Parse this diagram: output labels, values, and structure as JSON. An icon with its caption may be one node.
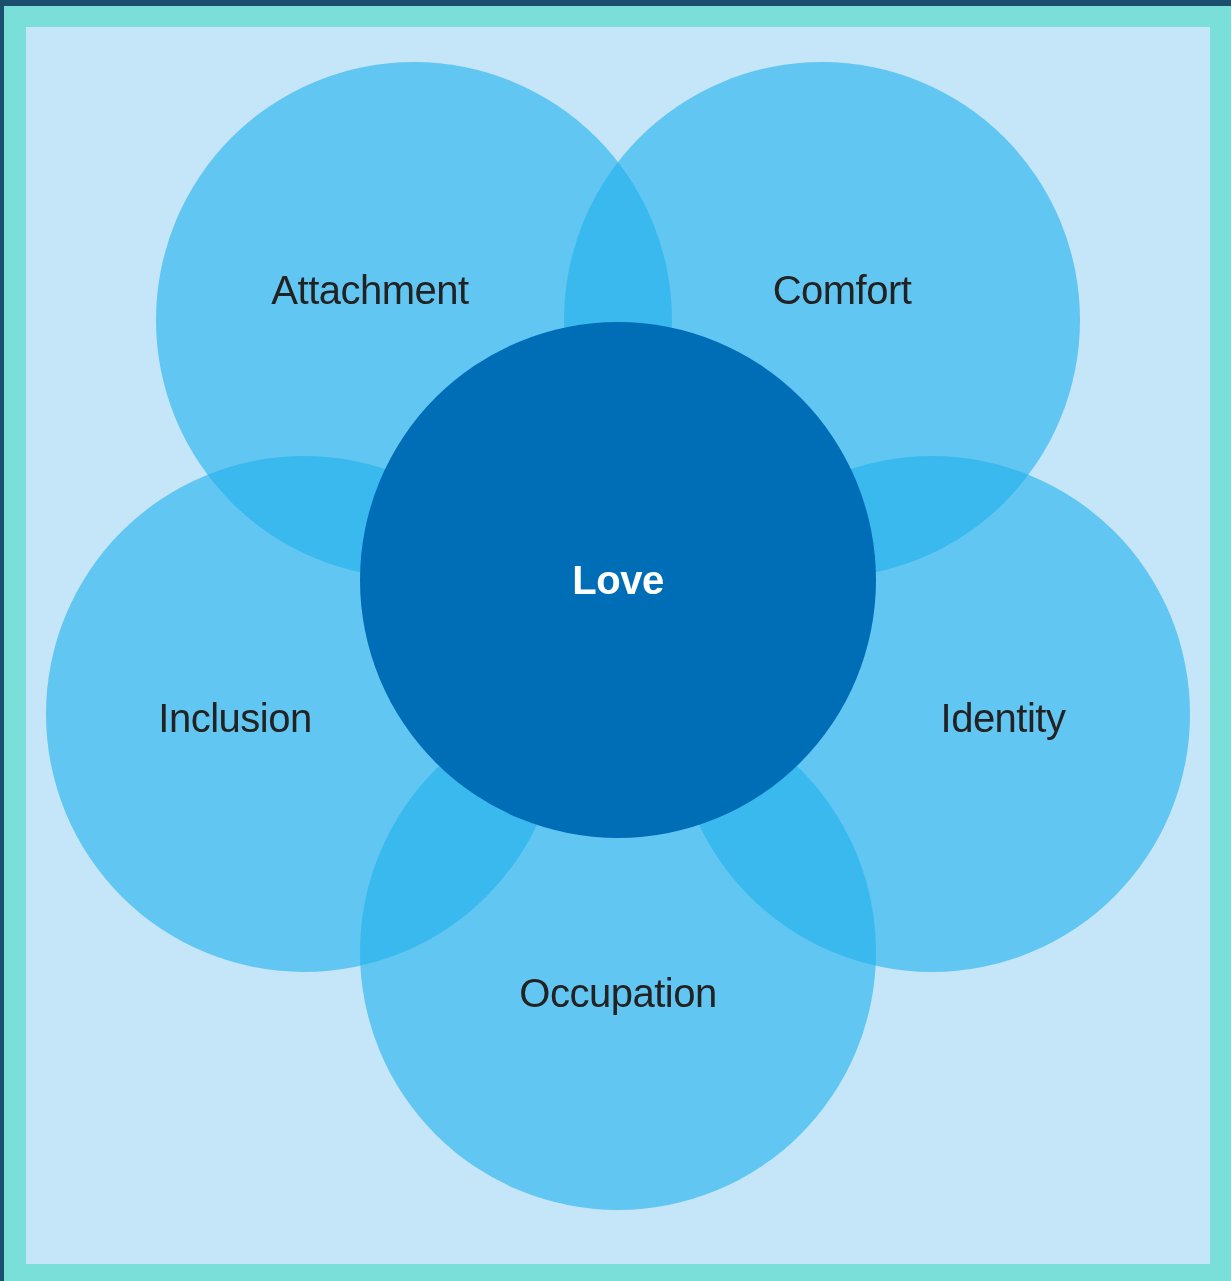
{
  "diagram": {
    "nodes": [
      {
        "text": [
          "Attachment"
        ]
      },
      {
        "text": [
          "Comfort"
        ]
      },
      {
        "text": [
          "Love"
        ]
      },
      {
        "text": [
          "Inclusion"
        ]
      },
      {
        "text": [
          "Identity"
        ]
      },
      {
        "text": [
          "Occupation"
        ]
      }
    ]
  }
}
